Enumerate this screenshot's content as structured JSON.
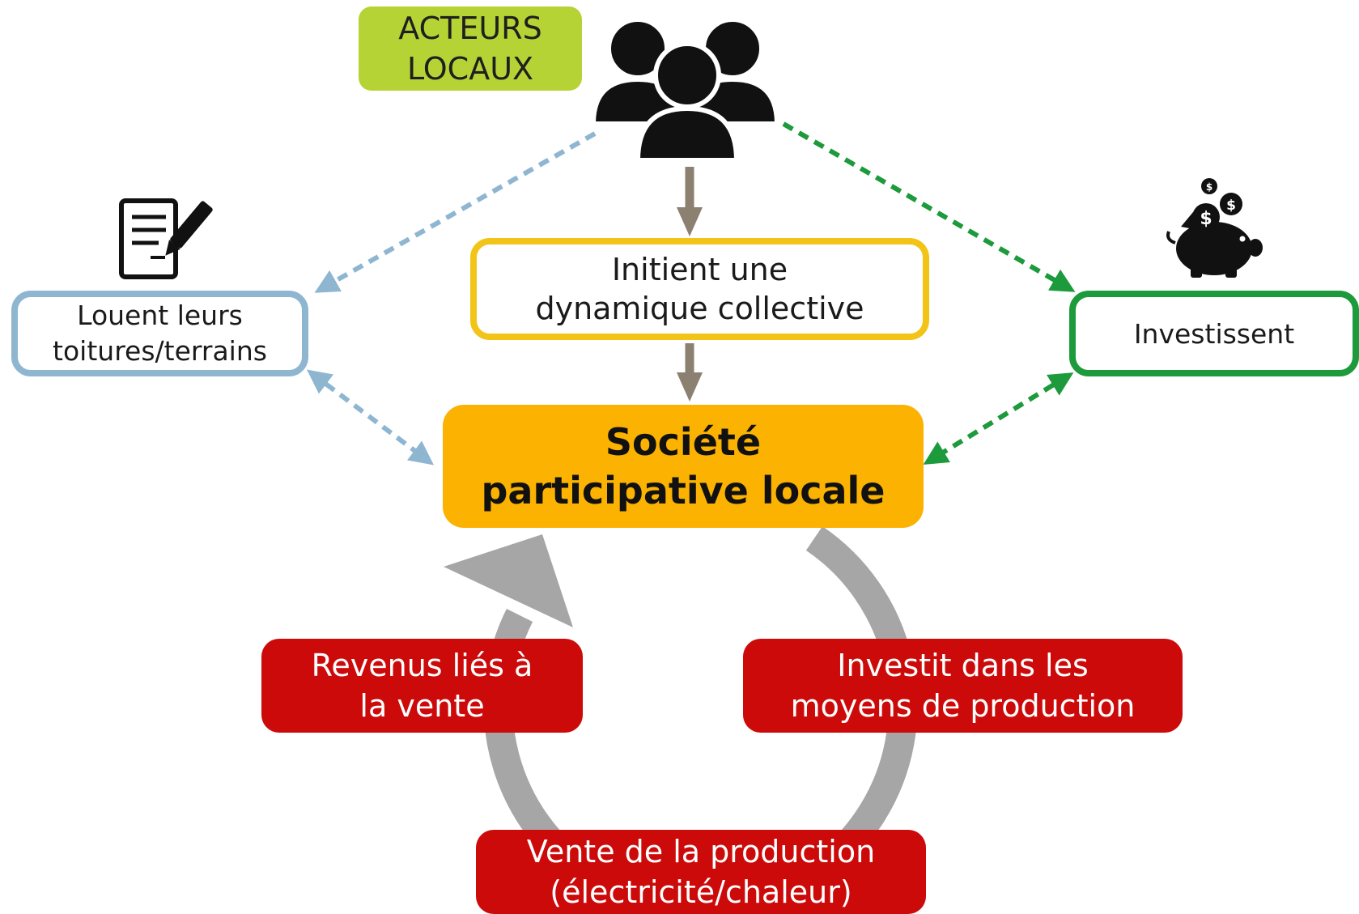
{
  "colors": {
    "acteurs_bg": "#b5d334",
    "louent_border": "#8fb6d1",
    "initient_border": "#f2c418",
    "investissent_border": "#1c9a3c",
    "societe_bg": "#fbb200",
    "red_boxes": "#cc0a0a",
    "cycle_gray": "#a6a6a6",
    "arrow_brown": "#8c8070",
    "dashed_blue": "#8fb6d1",
    "dashed_green": "#1c9a3c",
    "icons": "#111111"
  },
  "acteurs": {
    "line1": "ACTEURS",
    "line2": "LOCAUX"
  },
  "louent": {
    "line1": "Louent leurs",
    "line2": "toitures/terrains"
  },
  "initient": {
    "line1": "Initient une",
    "line2": "dynamique collective"
  },
  "investissent": {
    "label": "Investissent"
  },
  "societe": {
    "line1": "Société",
    "line2": "participative locale"
  },
  "revenus": {
    "line1": "Revenus liés à",
    "line2": "la vente"
  },
  "investit": {
    "line1": "Investit dans les",
    "line2": "moyens de production"
  },
  "vente": {
    "line1": "Vente de la production",
    "line2": "(électricité/chaleur)"
  },
  "icons": {
    "people": "group-of-people-icon",
    "contract": "signed-document-icon",
    "piggy": "piggy-bank-icon",
    "dollar_symbol": "$"
  }
}
